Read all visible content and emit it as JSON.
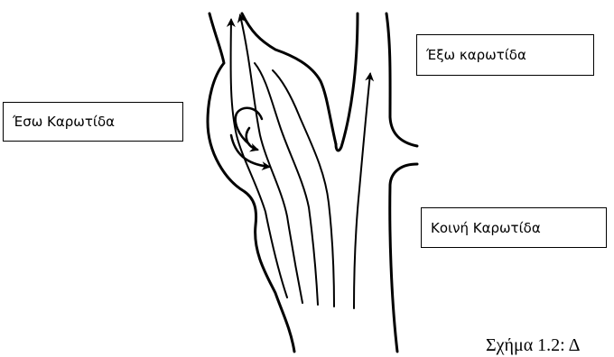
{
  "labels": {
    "internal_carotid": "Έσω Καρωτίδα",
    "external_carotid": "Έξω καρωτίδα",
    "common_carotid": "Κοινή Καρωτίδα"
  },
  "caption": "Σχήμα 1.2: Δ",
  "colors": {
    "stroke": "#000000",
    "background": "#ffffff"
  }
}
